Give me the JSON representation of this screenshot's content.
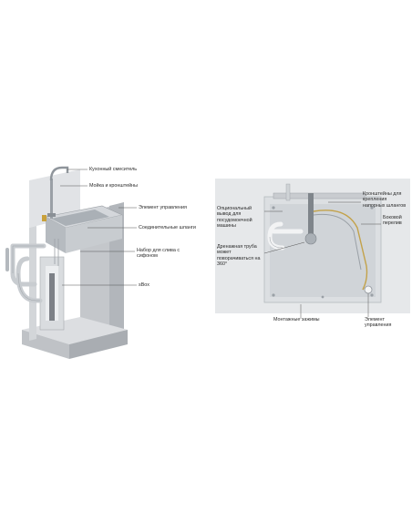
{
  "left_labels": {
    "faucet": "Кухонный смеситель",
    "sink_brackets": "Мойка и кронштейны",
    "control_element": "Элемент управления",
    "connecting_hoses": "Соединительные шланги",
    "siphon_set": "Набор для слива с сифоном",
    "sbox": "sBox"
  },
  "right_labels": {
    "dishwasher_outlet": "Опциональный вывод для посудомоечной машины",
    "drain_pipe": "Дренажная труба может поворачиваться на 360°",
    "pressure_hose_brackets": "Кронштейны для крепления напорных шлангов",
    "side_overflow": "Боковой перелив",
    "mounting_clamps": "Монтажные зажимы",
    "control_element": "Элемент управления"
  },
  "colors": {
    "label_text": "#2b2b2b",
    "leader_line": "#555555",
    "cabinet": "#c9ccd0",
    "background_panel": "#e4e6e8",
    "steel": "#b8bcc0",
    "accent_knob": "#c9a13b"
  }
}
